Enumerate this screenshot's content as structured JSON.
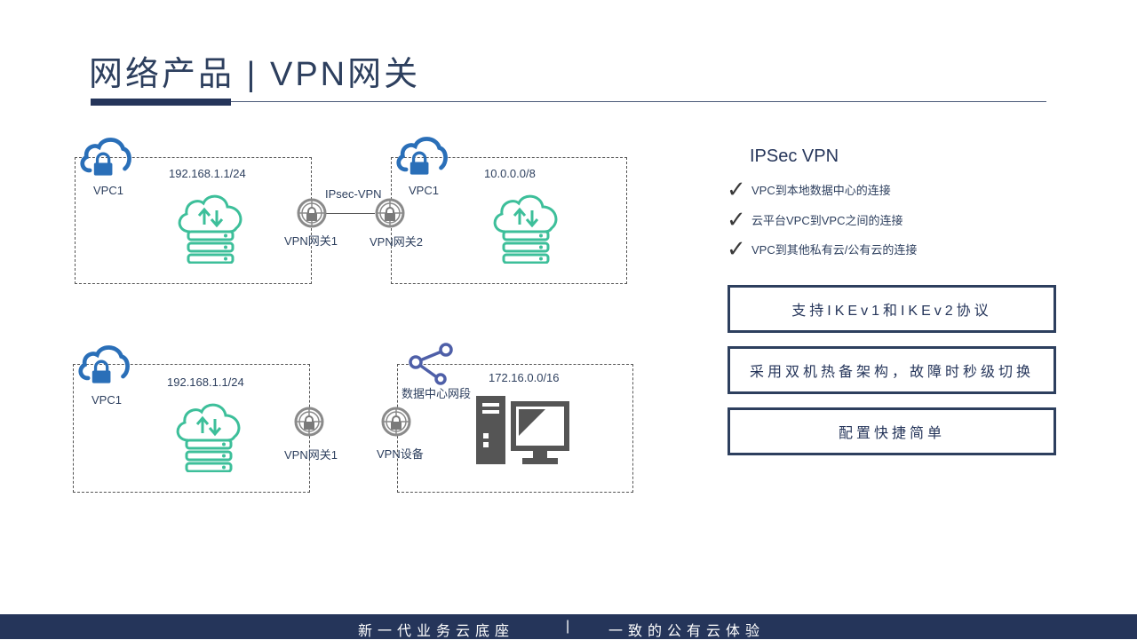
{
  "page": {
    "title": "网络产品 | VPN网关"
  },
  "diagram": {
    "top": {
      "left": {
        "vpc_label": "VPC1",
        "cidr": "192.168.1.1/24"
      },
      "right": {
        "vpc_label": "VPC1",
        "cidr": "10.0.0.0/8"
      },
      "link_label": "IPsec-VPN",
      "gateway_left": "VPN网关1",
      "gateway_right": "VPN网关2"
    },
    "bottom": {
      "left": {
        "vpc_label": "VPC1",
        "cidr": "192.168.1.1/24"
      },
      "right": {
        "segment_label": "数据中心网段",
        "cidr": "172.16.0.0/16"
      },
      "gateway_left": "VPN网关1",
      "device": "VPN设备"
    }
  },
  "features": {
    "title": "IPSec VPN",
    "items": [
      "VPC到本地数据中心的连接",
      "云平台VPC到VPC之间的连接",
      "VPC到其他私有云/公有云的连接"
    ],
    "boxes": [
      "支持IKEv1和IKEv2协议",
      "采用双机热备架构，故障时秒级切换",
      "配置快捷简单"
    ]
  },
  "footer": {
    "left": "新一代业务云底座",
    "divider": "|",
    "right": "一致的公有云体验"
  },
  "colors": {
    "navy": "#25355a",
    "title_text": "#2d3f5e",
    "cloud_blue": "#2a6fb8",
    "teal": "#3dbf9a",
    "gateway_gray": "#8a8a8a",
    "share_purple": "#4e5fa8",
    "computer_gray": "#555555"
  },
  "icons": [
    "cloud-lock-icon",
    "cloud-server-icon",
    "vpn-gateway-icon",
    "share-icon",
    "desktop-computer-icon",
    "checkmark-icon"
  ]
}
